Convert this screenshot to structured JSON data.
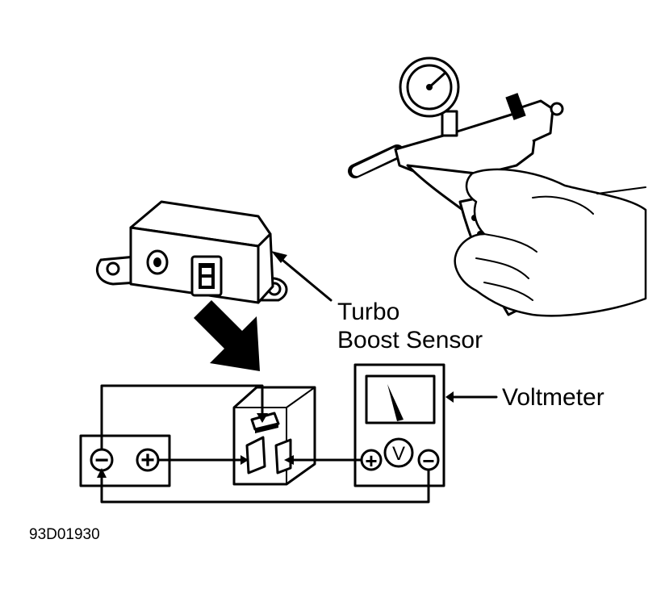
{
  "labels": {
    "sensor_line1": "Turbo",
    "sensor_line2": "Boost Sensor",
    "voltmeter": "Voltmeter",
    "figure_code": "93D01930"
  },
  "symbols": {
    "battery_neg": "−",
    "battery_pos": "+",
    "meter_pos": "+",
    "meter_neg": "−",
    "meter_v": "V"
  }
}
